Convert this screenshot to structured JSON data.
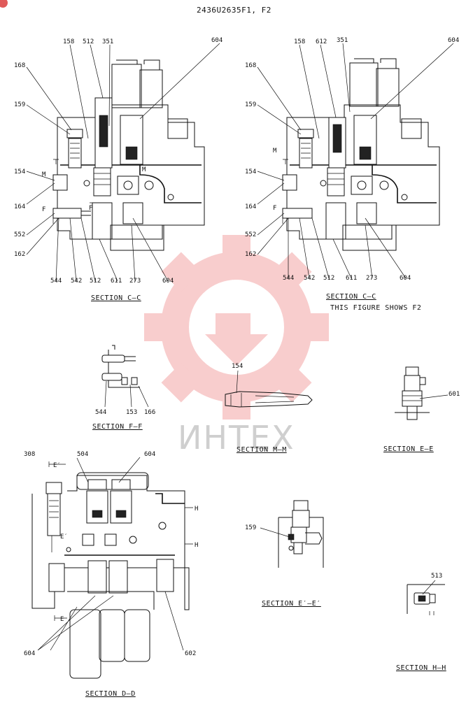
{
  "header": {
    "drawing_number": "2436U2635F1, F2"
  },
  "figure_note": "THIS FIGURE SHOWS  F2",
  "watermark": {
    "text": "ИНТЕХ",
    "color": "#f4a5a5"
  },
  "sections": {
    "cc_left": {
      "title": "SECTION  C—C",
      "labels": {
        "l158": "158",
        "l512": "512",
        "l351": "351",
        "l604": "604",
        "l168": "168",
        "l159": "159",
        "l154": "154",
        "l164": "164",
        "l552": "552",
        "l162": "162",
        "l544": "544",
        "l542": "542",
        "l512b": "512",
        "l611": "611",
        "l273": "273",
        "l604b": "604",
        "m1": "M",
        "m2": "M",
        "f1": "F",
        "f2": "F"
      }
    },
    "cc_right": {
      "title": "SECTION  C—C",
      "labels": {
        "l158": "158",
        "l612": "612",
        "l351": "351",
        "l604": "604",
        "l168": "168",
        "l159": "159",
        "l154": "154",
        "l164": "164",
        "l552": "552",
        "l162": "162",
        "l544": "544",
        "l542": "542",
        "l512": "512",
        "l611": "611",
        "l273": "273",
        "l604b": "604",
        "m1": "M",
        "f1": "F"
      }
    },
    "ff": {
      "title": "SECTION  F—F",
      "labels": {
        "l544": "544",
        "l153": "153",
        "l166": "166"
      }
    },
    "mm": {
      "title": "SECTION  M—M",
      "labels": {
        "l154": "154"
      }
    },
    "ee": {
      "title": "SECTION  E—E",
      "labels": {
        "l601": "601"
      }
    },
    "dd": {
      "title": "SECTION  D—D",
      "labels": {
        "l308": "308",
        "l504": "504",
        "l604a": "604",
        "l604b": "604",
        "l602": "602",
        "e1": "E′",
        "e2": "E′",
        "e3": "E",
        "h1": "H",
        "h2": "H"
      }
    },
    "eprime": {
      "title": "SECTION  E′—E′",
      "labels": {
        "l159": "159"
      }
    },
    "hh": {
      "title": "SECTION  H—H",
      "labels": {
        "l513": "513"
      }
    }
  }
}
